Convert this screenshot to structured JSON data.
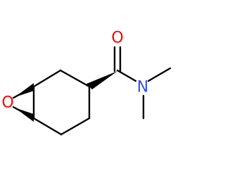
{
  "molecule": {
    "atoms": {
      "carbonyl_oxygen": {
        "symbol": "O",
        "color": "#ff0000"
      },
      "amide_nitrogen": {
        "symbol": "N",
        "color": "#3050f8"
      },
      "epoxide_oxygen": {
        "symbol": "O",
        "color": "#ff0000"
      }
    },
    "bond_color": "#000000",
    "background": "#ffffff"
  }
}
